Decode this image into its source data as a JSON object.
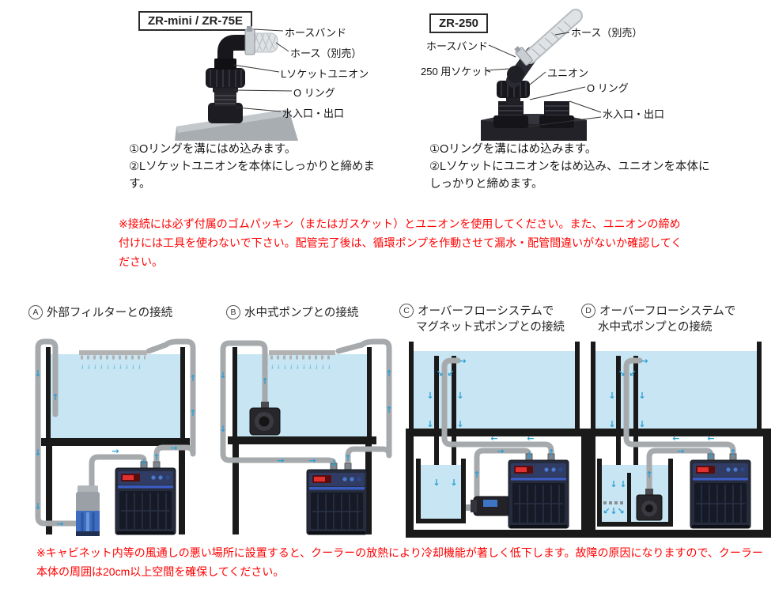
{
  "products": {
    "left": {
      "model": "ZR-mini / ZR-75E",
      "callouts": [
        "ホースバンド",
        "ホース（別売）",
        "Lソケットユニオン",
        "O リング",
        "水入口・出口"
      ],
      "steps": [
        "①Oリングを溝にはめ込みます。",
        "②Lソケットユニオンを本体にしっかりと締めます。"
      ]
    },
    "right": {
      "model": "ZR-250",
      "callouts": [
        "ホース（別売）",
        "ホースバンド",
        "250 用ソケット",
        "ユニオン",
        "O リング",
        "水入口・出口"
      ],
      "steps": [
        "①Oリングを溝にはめ込みます。",
        "②Lソケットにユニオンをはめ込み、ユニオンを本体にしっかりと締めます。"
      ]
    }
  },
  "warnings": {
    "piping": "※接続には必ず付属のゴムパッキン（またはガスケット）とユニオンを使用してください。また、ユニオンの締め付けには工具を使わないで下さい。配管完了後は、循環ポンプを作動させて漏水・配管間違いがないか確認してください。",
    "ventilation": "※キャビネット内等の風通しの悪い場所に設置すると、クーラーの放熱により冷却機能が著しく低下します。故障の原因になりますので、クーラー本体の周囲は20cm以上空間を確保してください。"
  },
  "diagrams": [
    {
      "letter": "A",
      "title_lines": [
        "外部フィルターとの接続"
      ]
    },
    {
      "letter": "B",
      "title_lines": [
        "水中式ポンプとの接続"
      ]
    },
    {
      "letter": "C",
      "title_lines": [
        "オーバーフローシステムで",
        "マグネット式ポンプとの接続"
      ]
    },
    {
      "letter": "D",
      "title_lines": [
        "オーバーフローシステムで",
        "水中式ポンプとの接続"
      ]
    }
  ],
  "icons": {
    "up": "↑",
    "down": "↓",
    "left": "←",
    "right": "→",
    "dl": "↙",
    "dr": "↘",
    "spray_row": "↓↓↓↓↓↓↓↓↓↓"
  },
  "colors": {
    "warning_red": "#ff0000",
    "water_blue": "#c7e5f2",
    "pipe_gray": "#a7aaac",
    "arrow_blue": "#2b9fd6",
    "frame_black": "#1a1a1a"
  }
}
